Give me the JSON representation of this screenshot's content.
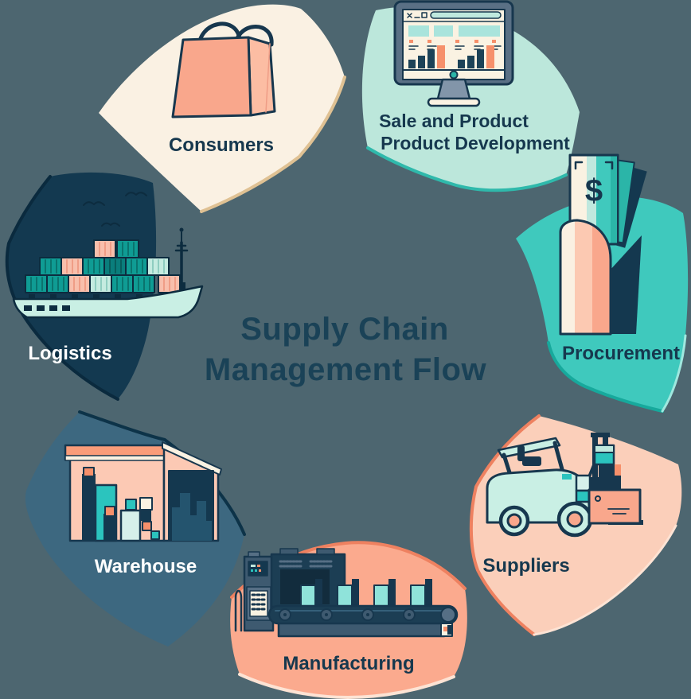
{
  "background_color": "#4D6670",
  "title": {
    "line1": "Supply Chain",
    "line2": "Management Flow",
    "color": "#1A4257"
  },
  "segments": [
    {
      "name": "Consumers",
      "label": "Consumers",
      "color": "#FAF1E3",
      "edge_color": "#DFC193",
      "text_color": "#16384E",
      "icon": "shopping-bag-icon"
    },
    {
      "name": "Sale and Product Development",
      "label_line1": "Sale and Product",
      "label_line2": "Product Development",
      "color": "#BCE7DB",
      "edge_color": "#2FB9AB",
      "text_color": "#16384E",
      "icon": "monitor-dashboard-icon"
    },
    {
      "name": "Procurement",
      "label": "Procurement",
      "color": "#3FC9BD",
      "edge_color": "#17A99C",
      "edge_color_light": "#9FE8DF",
      "text_color": "#16384E",
      "icon": "money-in-hand-icon"
    },
    {
      "name": "Suppliers",
      "label": "Suppliers",
      "color": "#FBCFBA",
      "edge_color": "#EE8160",
      "edge_color_light": "#FDE3D4",
      "text_color": "#16384E",
      "icon": "forklift-icon"
    },
    {
      "name": "Manufacturing",
      "label": "Manufacturing",
      "color": "#FBAA8E",
      "edge_color": "#EE8160",
      "edge_color_light": "#FDE3D4",
      "text_color": "#16384E",
      "icon": "conveyor-belt-icon"
    },
    {
      "name": "Warehouse",
      "label": "Warehouse",
      "color": "#3D6880",
      "edge_color": "#0D3348",
      "text_color": "#FFFFFF",
      "icon": "warehouse-icon"
    },
    {
      "name": "Logistics",
      "label": "Logistics",
      "color": "#133950",
      "edge_color": "#0A2A3E",
      "text_color": "#FFFFFF",
      "icon": "cargo-ship-icon"
    }
  ],
  "glyphs": {
    "dollar": "$"
  }
}
